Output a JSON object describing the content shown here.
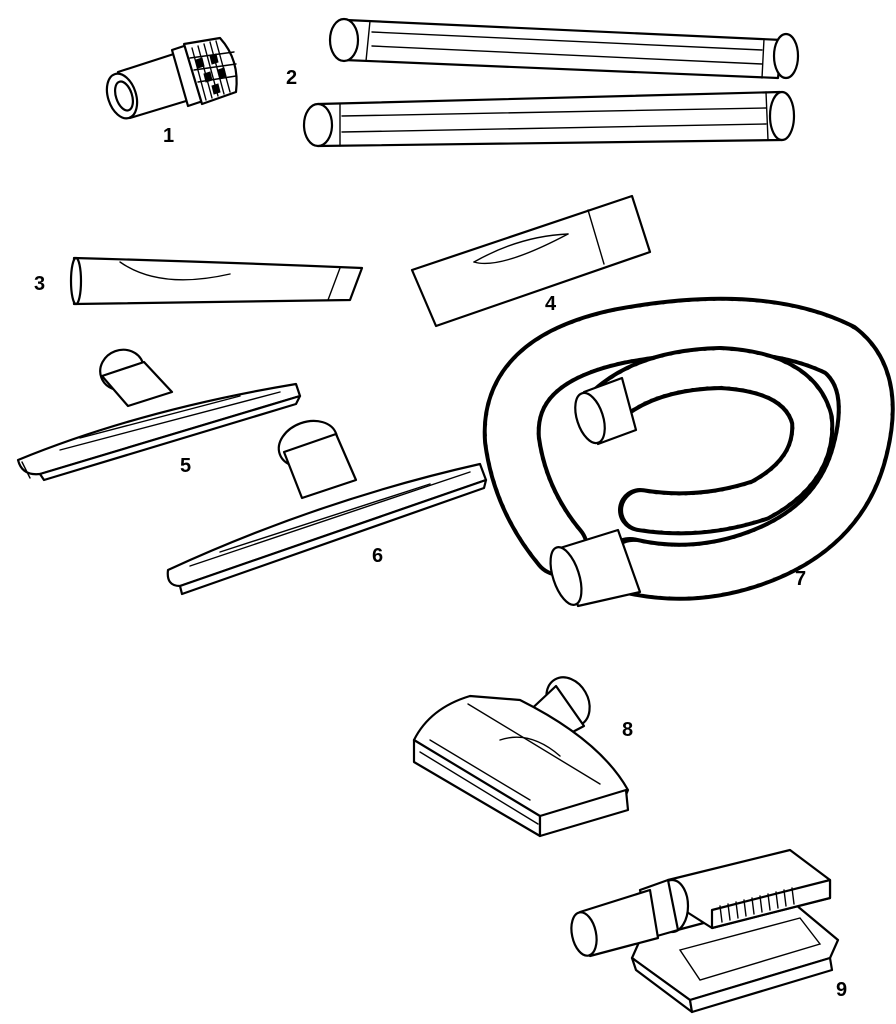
{
  "parts": [
    {
      "number": "1",
      "icon": "round-dusting-brush-icon"
    },
    {
      "number": "2",
      "icon": "extension-wands-icon"
    },
    {
      "number": "3",
      "icon": "crevice-tool-icon"
    },
    {
      "number": "4",
      "icon": "utility-nozzle-icon"
    },
    {
      "number": "5",
      "icon": "floor-squeegee-nozzle-icon"
    },
    {
      "number": "6",
      "icon": "floor-squeegee-nozzle-icon"
    },
    {
      "number": "7",
      "icon": "flexible-hose-icon"
    },
    {
      "number": "8",
      "icon": "floor-brush-nozzle-icon"
    },
    {
      "number": "9",
      "icon": "turbo-nozzle-icon"
    }
  ]
}
